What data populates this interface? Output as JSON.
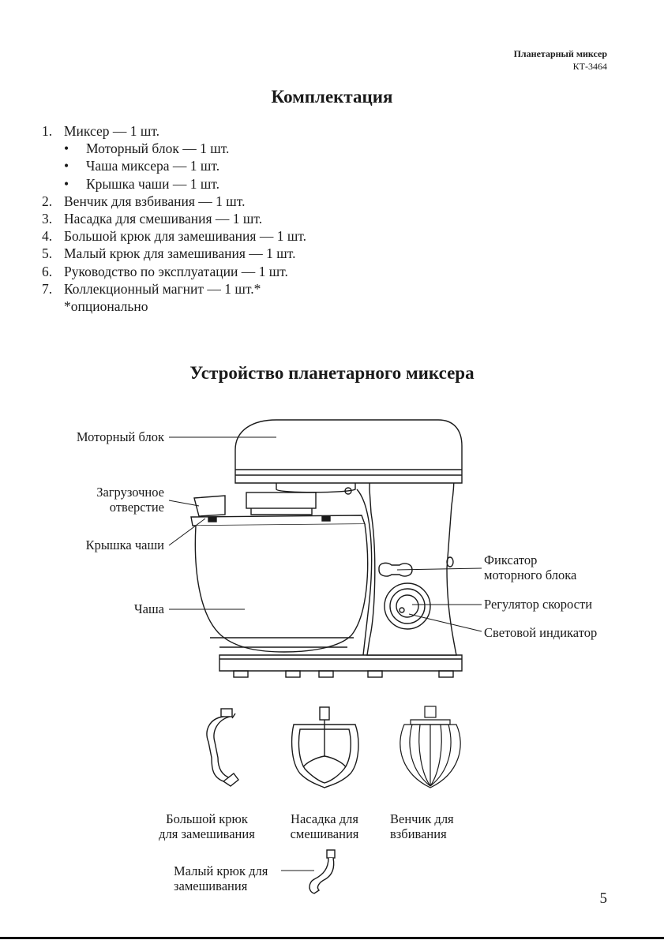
{
  "header": {
    "product": "Планетарный миксер",
    "model": "КТ-3464"
  },
  "sections": {
    "contents_title": "Комплектация",
    "device_title": "Устройство планетарного миксера"
  },
  "contents": {
    "item1": {
      "num": "1.",
      "text": "Миксер — 1 шт."
    },
    "sub": [
      "Моторный блок — 1 шт.",
      "Чаша миксера — 1 шт.",
      "Крышка чаши — 1 шт."
    ],
    "items": [
      {
        "num": "2.",
        "text": "Венчик для взбивания — 1 шт."
      },
      {
        "num": "3.",
        "text": "Насадка для смешивания — 1 шт."
      },
      {
        "num": "4.",
        "text": "Большой крюк для замешивания — 1 шт."
      },
      {
        "num": "5.",
        "text": "Малый крюк для замешивания — 1 шт."
      },
      {
        "num": "6.",
        "text": "Руководство по эксплуатации — 1 шт."
      },
      {
        "num": "7.",
        "text": "Коллекционный магнит — 1 шт.*"
      }
    ],
    "note": "*опционально",
    "bullet": "•"
  },
  "labels": {
    "motor_block": "Моторный блок",
    "loading_hole_1": "Загрузочное",
    "loading_hole_2": "отверстие",
    "bowl_lid": "Крышка чаши",
    "bowl": "Чаша",
    "lock_1": "Фиксатор",
    "lock_2": "моторного блока",
    "speed": "Регулятор скорости",
    "indicator": "Световой индикатор",
    "big_hook_1": "Большой крюк",
    "big_hook_2": "для замешивания",
    "beater_1": "Насадка для",
    "beater_2": "смешивания",
    "whisk_1": "Венчик для",
    "whisk_2": "взбивания",
    "small_hook_1": "Малый крюк для",
    "small_hook_2": "замешивания"
  },
  "page_number": "5"
}
